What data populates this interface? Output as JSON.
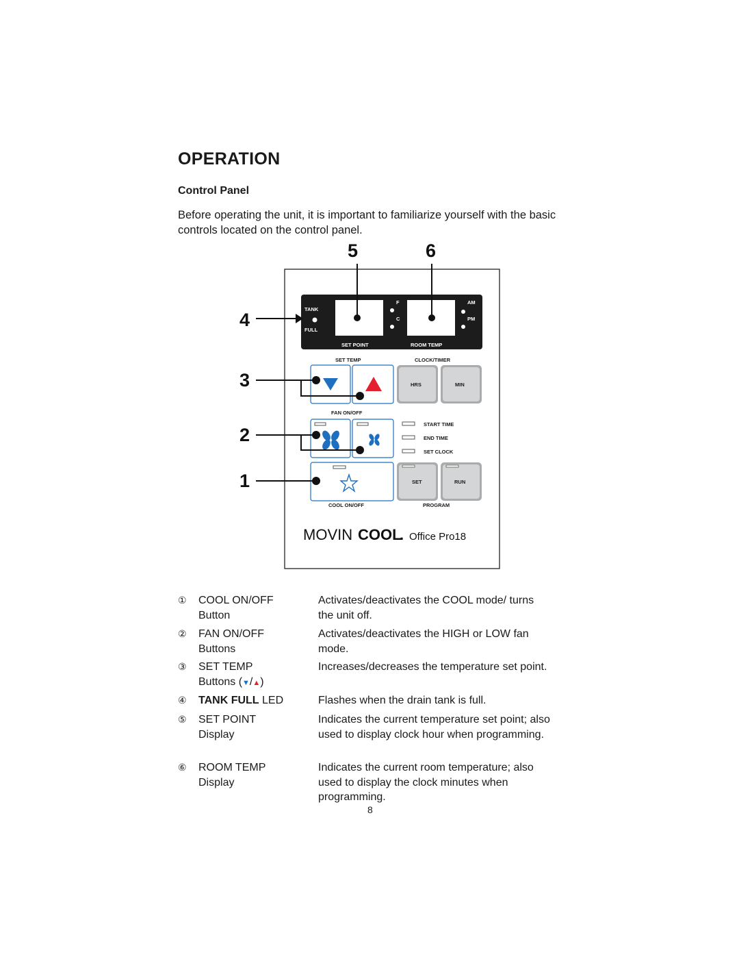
{
  "page": {
    "heading": "OPERATION",
    "subheading": "Control Panel",
    "intro": "Before operating the unit, it is important to familiarize yourself with the basic controls located on the control panel.",
    "page_number": "8"
  },
  "panel": {
    "callouts": [
      "1",
      "2",
      "3",
      "4",
      "5",
      "6"
    ],
    "display": {
      "tank_label": "TANK",
      "full_label": "FULL",
      "f_label": "F",
      "c_label": "C",
      "am_label": "AM",
      "pm_label": "PM",
      "set_point_label": "SET POINT",
      "room_temp_label": "ROOM TEMP"
    },
    "set_temp_label": "SET TEMP",
    "clock_timer_label": "CLOCK/TIMER",
    "hrs_label": "HRS",
    "min_label": "MIN",
    "fan_on_off_label": "FAN ON/OFF",
    "start_time_label": "START TIME",
    "end_time_label": "END TIME",
    "set_clock_label": "SET CLOCK",
    "set_label": "SET",
    "run_label": "RUN",
    "cool_on_off_label": "COOL ON/OFF",
    "program_label": "PROGRAM",
    "brand_movin": "MOVIN",
    "brand_cool": "COOL",
    "brand_reg": ".",
    "model": "Office Pro18",
    "colors": {
      "blue": "#1f6fc0",
      "red": "#e5202e",
      "panel_black": "#1c1c1c",
      "button_gray": "#c9cbcc"
    }
  },
  "legend": [
    {
      "num": "①",
      "term_line1": "COOL ON/OFF",
      "term_line2": "Button",
      "desc": "Activates/deactivates the COOL mode/ turns the unit off."
    },
    {
      "num": "②",
      "term_line1": "FAN ON/OFF",
      "term_line2": "Buttons",
      "desc": "Activates/deactivates the HIGH or LOW fan mode."
    },
    {
      "num": "③",
      "term_line1": "SET TEMP",
      "term_line2_prefix": "Buttons (",
      "term_line2_sep": "/",
      "term_line2_suffix": ")",
      "tri_down": "▼",
      "tri_up": "▲",
      "desc": "Increases/decreases the temperature set point."
    },
    {
      "num": "④",
      "term_bold": "TANK FULL",
      "term_rest": " LED",
      "desc": "Flashes when the drain tank is full."
    },
    {
      "num": "⑤",
      "term_line1": "SET POINT",
      "term_line2": "Display",
      "desc": "Indicates the current temperature set point; also used to display clock hour when programming."
    },
    {
      "num": "⑥",
      "term_line1": "ROOM TEMP",
      "term_line2": "Display",
      "desc": "Indicates the current room temperature; also used to display the clock minutes when programming."
    }
  ]
}
